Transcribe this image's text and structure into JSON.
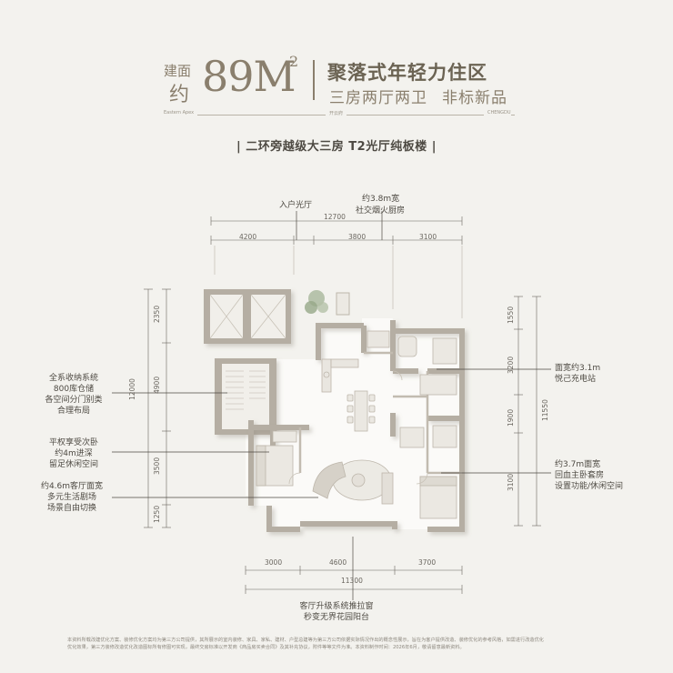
{
  "header": {
    "area_prefix_top": "建面",
    "area_prefix_bottom": "约",
    "area_value": "89M",
    "area_sup": "2",
    "title": "聚落式年轻力住区",
    "subtitle_left": "三房两厅两卫",
    "subtitle_right": "非标新品",
    "small_left": "Eastern Apex",
    "small_mid": "开云府",
    "small_right": "CHENGDU"
  },
  "plan_title": "| 二环旁越级大三房 T2光厅纯板楼 |",
  "callouts": {
    "entry_hall": "入户光厅",
    "kitchen_line1": "约3.8m宽",
    "kitchen_line2": "社交烟火厨房",
    "storage_1": "全系收纳系统",
    "storage_2": "800库仓储",
    "storage_3": "各空间分门别类",
    "storage_4": "合理布局",
    "second_bed_1": "平权享受次卧",
    "second_bed_2": "约4m进深",
    "second_bed_3": "留足休闲空间",
    "living_1": "约4.6m客厅面宽",
    "living_2": "多元生活剧场",
    "living_3": "场景自由切换",
    "study_1": "面宽约3.1m",
    "study_2": "悦己充电站",
    "master_1": "约3.7m面宽",
    "master_2": "回血主卧套房",
    "master_3": "设置功能/休闲空间",
    "balcony_1": "客厅升级系统推拉窗",
    "balcony_2": "秒变无界花园阳台"
  },
  "dimensions": {
    "top_total": "12700",
    "top_1": "4200",
    "top_2": "3800",
    "top_3": "3100",
    "left_total": "12000",
    "left_1": "2350",
    "left_2": "4900",
    "left_3": "3500",
    "left_4": "1250",
    "right_total": "11550",
    "right_1": "1550",
    "right_2": "3200",
    "right_3": "1900",
    "right_4": "3100",
    "bottom_total": "11300",
    "bottom_1": "3000",
    "bottom_2": "4600",
    "bottom_3": "3700"
  },
  "footnote_line1": "本资料所载改建优化方案、装修优化方案均为第三方公司提供，其所展示的室内装修、家具、家私、建材、户型总建等为第三方公司依据实际情况作出的概念性展示，旨在为客户提供改造、装修优化的参考风格，如需进行改造优化",
  "footnote_line2": "优化效果，第三方装修改造优化改造图标所有修图可实现，最终交房标准以开发商《商品房买卖合同》及其补充协议，附件等等文件为准。本资料制作时间：2026年6月，敬请留意最新资料。",
  "colors": {
    "background": "#f3f2ee",
    "wall": "#b5aea3",
    "accent": "#8a7f6d",
    "text": "#4e4a43"
  }
}
